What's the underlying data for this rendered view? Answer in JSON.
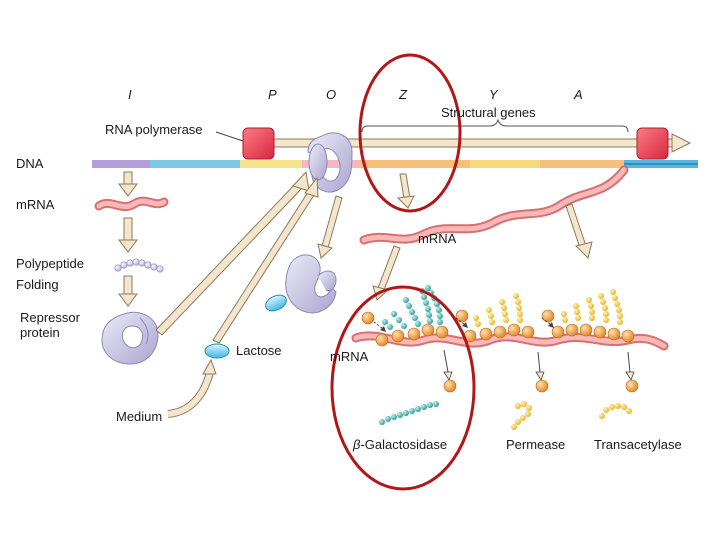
{
  "genes": {
    "i": "I",
    "p": "P",
    "o": "O",
    "z": "Z",
    "y": "Y",
    "a": "A"
  },
  "labels": {
    "structural_genes": "Structural genes",
    "rna_polymerase": "RNA polymerase",
    "dna": "DNA",
    "mrna_left": "mRNA",
    "mrna_center": "mRNA",
    "mrna_lower": "mRNA",
    "polypeptide": "Polypeptide",
    "folding": "Folding",
    "repressor_protein": "Repressor\nprotein",
    "lactose": "Lactose",
    "medium": "Medium",
    "beta_symbol": "β",
    "beta_galactosidase_suffix": "-Galactosidase",
    "permease": "Permease",
    "transacetylase": "Transacetylase"
  },
  "colors": {
    "dna_blue": "#56b6dd",
    "region_i": "#b39ddb",
    "region_p": "#f3e38a",
    "region_o": "#f2b8c4",
    "region_z": "#f6c07a",
    "region_y": "#f5d97a",
    "region_a": "#f6c07a",
    "mrna_pink": "#ef9a9a",
    "mrna_edge": "#d87070",
    "polymerase_red": "#e53950",
    "repressor_lilac": "#c5c2e0",
    "lactose_cyan": "#7fd4ee",
    "arrow_tan": "#f3e6cc",
    "arrow_edge": "#8a7a5a",
    "highlight_red": "#b01818",
    "ribosome_orange": "#f3a04a",
    "galactosidase_teal": "#3aa6a6",
    "permease_yellow": "#f2c744"
  }
}
